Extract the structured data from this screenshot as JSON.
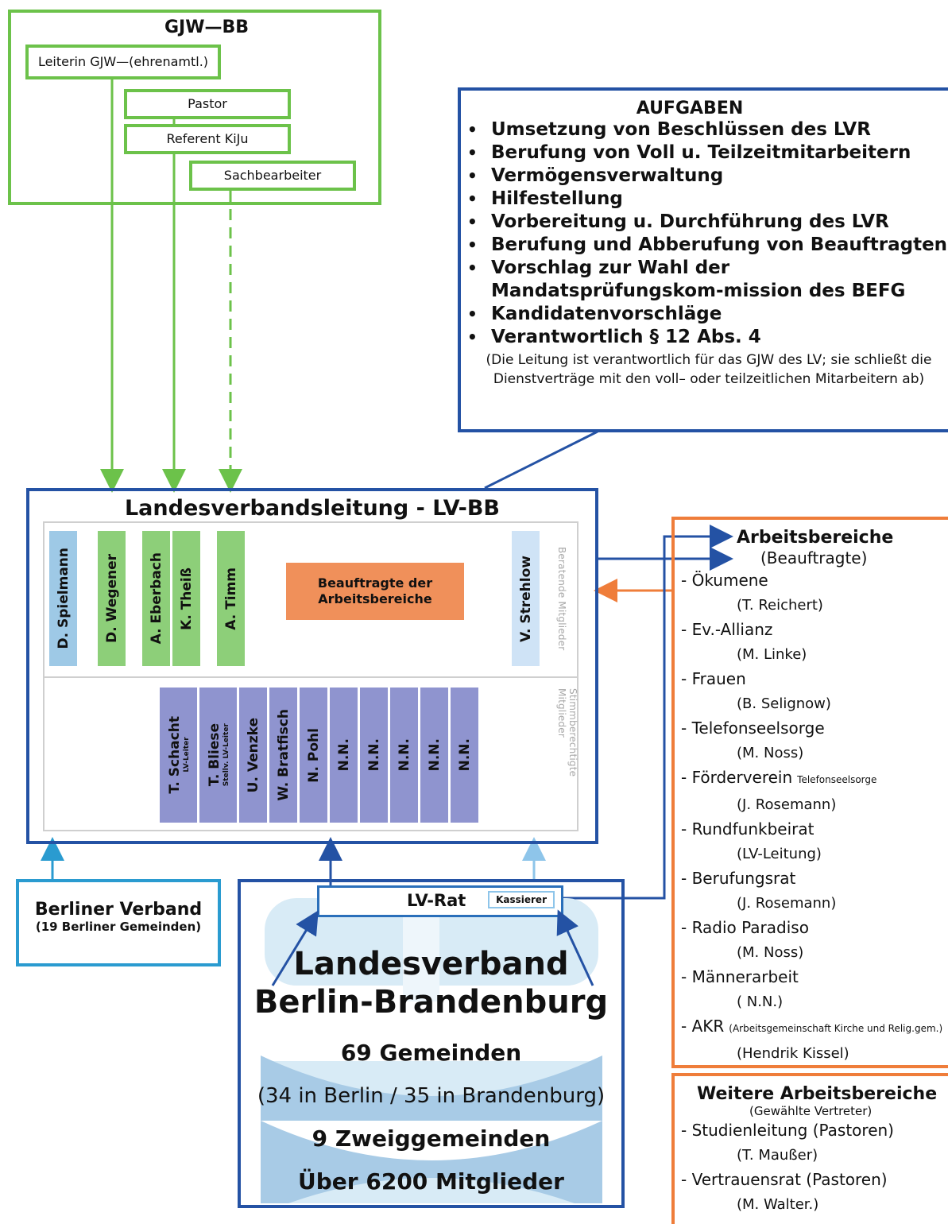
{
  "gjw": {
    "title": "GJW—BB",
    "leiterin": "Leiterin GJW—(ehrenamtl.)",
    "pastor": "Pastor",
    "referent": "Referent KiJu",
    "sachbearbeiter": "Sachbearbeiter"
  },
  "aufgaben": {
    "title": "AUFGABEN",
    "items": [
      "Umsetzung von Beschlüssen des LVR",
      "Berufung von Voll u. Teilzeitmitarbeitern",
      "Vermögensverwaltung",
      "Hilfestellung",
      "Vorbereitung u. Durchführung des LVR",
      "Berufung und Abberufung von Beauftragten",
      "Vorschlag zur Wahl der Mandatsprüfungskom-mission des BEFG",
      "Kandidatenvorschläge",
      "Verantwortlich § 12 Abs. 4"
    ],
    "note": "(Die Leitung ist verantwortlich für das GJW des LV; sie schließt die Dienstverträge mit den voll– oder teilzeitlichen Mitarbeitern ab)"
  },
  "lv": {
    "title": "Landesverbandsleitung - LV-BB",
    "advisors": [
      "D. Spielmann",
      "D. Wegener",
      "A. Eberbach",
      "K. Theiß",
      "A. Timm",
      "V. Strehlow"
    ],
    "beauftragte": "Beauftragte der Arbeitsbereiche",
    "beratende": "Beratende Mitglieder",
    "stimm": "Stimmberechtigte Mitglieder",
    "voting": [
      {
        "name": "T. Schacht",
        "sub": "LV-Leiter"
      },
      {
        "name": "T. Bliese",
        "sub": "Stellv. LV-Leiter"
      },
      {
        "name": "U. Venzke",
        "sub": ""
      },
      {
        "name": "W. Bratfisch",
        "sub": ""
      },
      {
        "name": "N. Pohl",
        "sub": ""
      },
      {
        "name": "N.N.",
        "sub": ""
      },
      {
        "name": "N.N.",
        "sub": ""
      },
      {
        "name": "N.N.",
        "sub": ""
      },
      {
        "name": "N.N.",
        "sub": ""
      },
      {
        "name": "N.N.",
        "sub": ""
      }
    ]
  },
  "berliner": {
    "title": "Berliner Verband",
    "sub": "(19 Berliner Gemeinden)"
  },
  "landesverband": {
    "rat": "LV-Rat",
    "kassierer": "Kassierer",
    "line1": "Landesverband",
    "line2": "Berlin-Brandenburg",
    "line3": "69 Gemeinden",
    "line4": "(34 in Berlin / 35 in Brandenburg)",
    "line5": "9 Zweiggemeinden",
    "line6": "Über 6200 Mitglieder"
  },
  "arbeitsbereiche": {
    "title": "Arbeitsbereiche",
    "sub": "(Beauftragte)",
    "items": [
      {
        "area": "Ökumene",
        "small": "",
        "person": "(T. Reichert)"
      },
      {
        "area": "Ev.-Allianz",
        "small": "",
        "person": "(M. Linke)"
      },
      {
        "area": "Frauen",
        "small": "",
        "person": "(B. Selignow)"
      },
      {
        "area": "Telefonseelsorge",
        "small": "",
        "person": "(M. Noss)"
      },
      {
        "area": "Förderverein",
        "small": "Telefonseelsorge",
        "person": "(J. Rosemann)"
      },
      {
        "area": "Rundfunkbeirat",
        "small": "",
        "person": "(LV-Leitung)"
      },
      {
        "area": "Berufungsrat",
        "small": "",
        "person": "(J. Rosemann)"
      },
      {
        "area": "Radio Paradiso",
        "small": "",
        "person": "(M. Noss)"
      },
      {
        "area": "Männerarbeit",
        "small": "",
        "person": "( N.N.)"
      },
      {
        "area": "AKR",
        "small": "(Arbeitsgemeinschaft Kirche und Relig.gem.)",
        "person": "(Hendrik Kissel)"
      }
    ]
  },
  "weitere": {
    "title": "Weitere Arbeitsbereiche",
    "sub": "(Gewählte Vertreter)",
    "items": [
      {
        "area": "Studienleitung (Pastoren)",
        "person": "(T. Maußer)"
      },
      {
        "area": "Vertrauensrat (Pastoren)",
        "person": "(M. Walter.)"
      }
    ]
  },
  "colors": {
    "green": "#6cc24a",
    "blue": "#2452a4",
    "orange": "#ef7d3a",
    "cyan": "#2a9bd0",
    "lightblue": "#9ec9e6",
    "purple": "#8f94cf",
    "salmon": "#f0905a"
  }
}
